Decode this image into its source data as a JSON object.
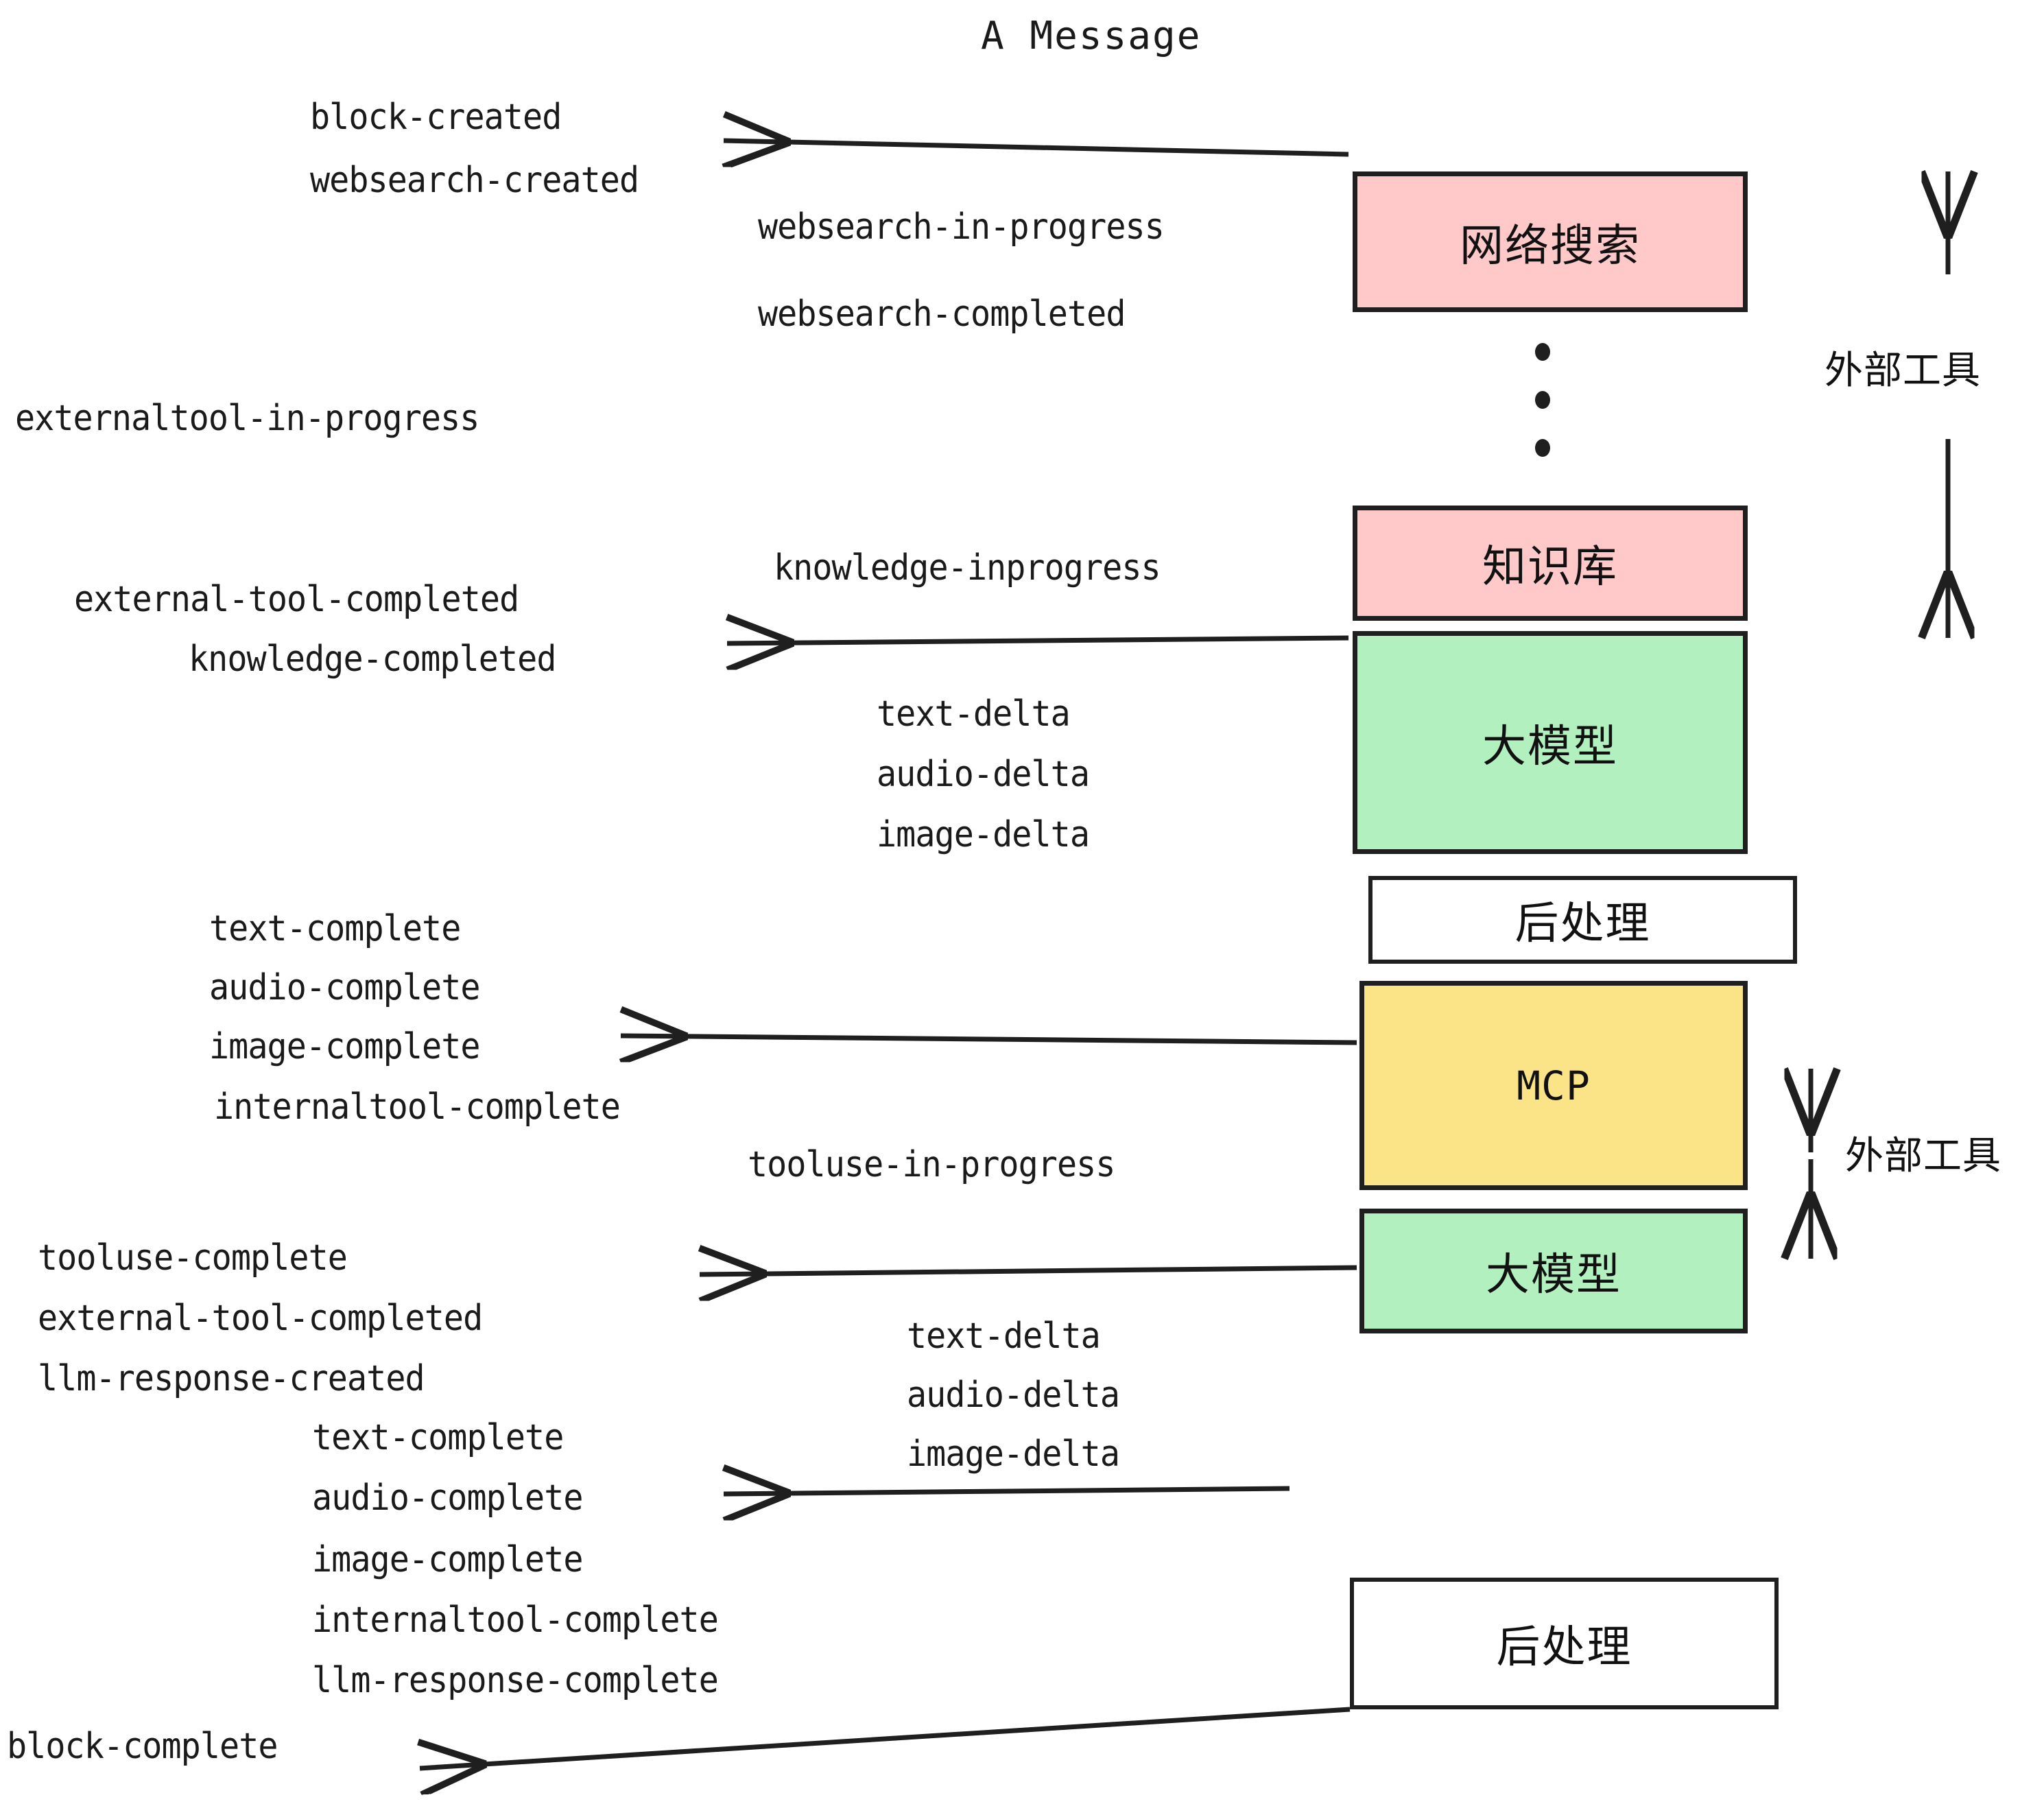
{
  "title": "A Message",
  "colors": {
    "pink": "#ffc9c9",
    "green": "#b2f0bf",
    "yellow": "#fbe487",
    "white": "#ffffff",
    "stroke": "#1f1f1f",
    "text": "#1a1a1a",
    "background": "#ffffff"
  },
  "boxes": [
    {
      "label": "网络搜索",
      "fill": "pink"
    },
    {
      "label": "知识库",
      "fill": "pink"
    },
    {
      "label": "大模型",
      "fill": "green"
    },
    {
      "label": "后处理",
      "fill": "white"
    },
    {
      "label": "MCP",
      "fill": "yellow"
    },
    {
      "label": "大模型",
      "fill": "green"
    },
    {
      "label": "后处理",
      "fill": "white"
    }
  ],
  "side_labels": [
    {
      "text": "外部工具"
    },
    {
      "text": "外部工具"
    }
  ],
  "events": {
    "block_created": "block-created",
    "websearch_created": "websearch-created",
    "websearch_in_progress": "websearch-in-progress",
    "websearch_completed": "websearch-completed",
    "externaltool_in_progress": "externaltool-in-progress",
    "knowledge_inprogress": "knowledge-inprogress",
    "external_tool_completed_1": "external-tool-completed",
    "knowledge_completed": "knowledge-completed",
    "text_delta_1": "text-delta",
    "audio_delta_1": "audio-delta",
    "image_delta_1": "image-delta",
    "text_complete_1": "text-complete",
    "audio_complete_1": "audio-complete",
    "image_complete_1": "image-complete",
    "internaltool_complete_1": "internaltool-complete",
    "tooluse_in_progress": "tooluse-in-progress",
    "tooluse_complete": "tooluse-complete",
    "external_tool_completed_2": "external-tool-completed",
    "llm_response_created": "llm-response-created",
    "text_delta_2": "text-delta",
    "audio_delta_2": "audio-delta",
    "image_delta_2": "image-delta",
    "text_complete_2": "text-complete",
    "audio_complete_2": "audio-complete",
    "image_complete_2": "image-complete",
    "internaltool_complete_2": "internaltool-complete",
    "llm_response_complete": "llm-response-complete",
    "block_complete": "block-complete"
  }
}
